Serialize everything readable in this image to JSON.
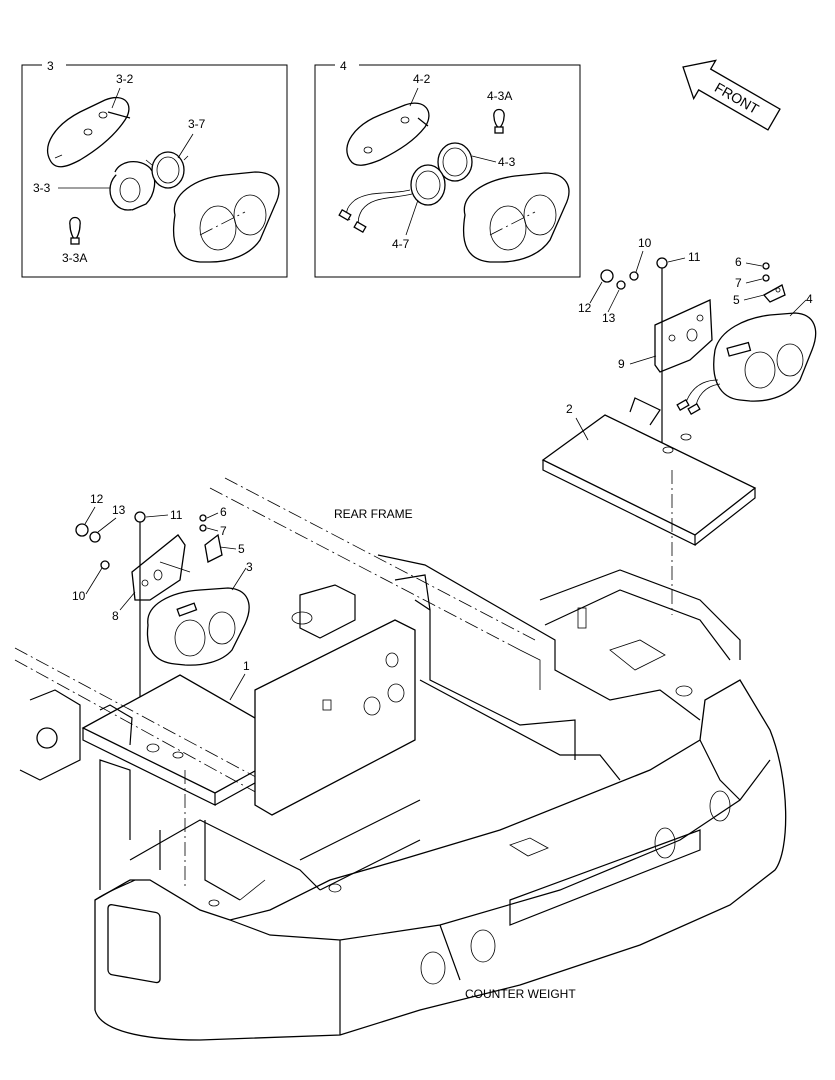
{
  "insets": [
    {
      "id": "3",
      "labels": {
        "cover": "3-2",
        "lamp_unit": "3-3",
        "lamp": "3-7",
        "bulb": "3-3A"
      }
    },
    {
      "id": "4",
      "labels": {
        "cover": "4-2",
        "lamp_unit": "4-3",
        "lamp": "4-7",
        "bulb": "4-3A"
      }
    }
  ],
  "front_arrow": "FRONT",
  "frame_labels": {
    "rear_frame": "REAR FRAME",
    "counter_weight": "COUNTER WEIGHT"
  },
  "callouts_right": {
    "bracket_plate": "2",
    "lamp_assy": "4",
    "clip": "5",
    "bolt_small": "6",
    "washer_small": "7",
    "bracket": "9",
    "bolt": "10",
    "screw": "11",
    "nut": "12",
    "washer": "13"
  },
  "callouts_left": {
    "bracket_plate": "1",
    "lamp_assy": "3",
    "clip": "5",
    "bolt_small": "6",
    "washer_small": "7",
    "bracket": "8",
    "bolt": "10",
    "screw": "11",
    "nut": "12",
    "washer": "13"
  }
}
